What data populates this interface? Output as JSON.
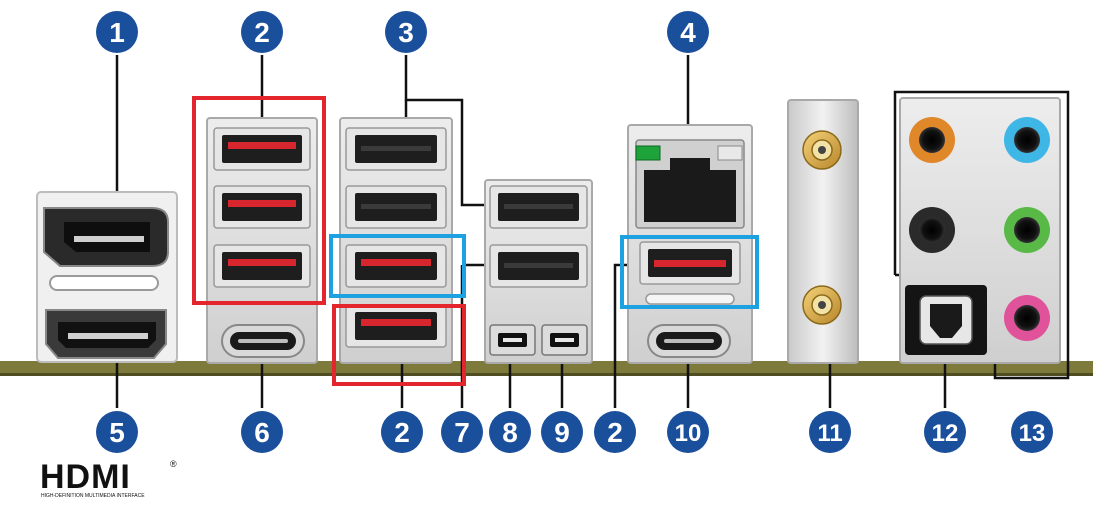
{
  "colors": {
    "callout": "#1a4f9c",
    "usb_red": "#d8262e",
    "highlight_red": "#e3262e",
    "highlight_blue": "#1da1e0",
    "board": "#7d7a3c",
    "audio_orange": "#e0872a",
    "audio_blue": "#3fb7e6",
    "audio_black": "#2a2a2a",
    "audio_green": "#58b947",
    "audio_pink": "#e0529a",
    "led_green": "#1ea23a"
  },
  "callouts": {
    "top": [
      {
        "id": "top-1",
        "label": "1"
      },
      {
        "id": "top-2",
        "label": "2"
      },
      {
        "id": "top-3",
        "label": "3"
      },
      {
        "id": "top-4",
        "label": "4"
      }
    ],
    "bottom": [
      {
        "id": "bot-5",
        "label": "5"
      },
      {
        "id": "bot-6",
        "label": "6"
      },
      {
        "id": "bot-2a",
        "label": "2"
      },
      {
        "id": "bot-7",
        "label": "7"
      },
      {
        "id": "bot-8",
        "label": "8"
      },
      {
        "id": "bot-9",
        "label": "9"
      },
      {
        "id": "bot-2b",
        "label": "2"
      },
      {
        "id": "bot-10",
        "label": "10"
      },
      {
        "id": "bot-11",
        "label": "11"
      },
      {
        "id": "bot-12",
        "label": "12"
      },
      {
        "id": "bot-13",
        "label": "13"
      }
    ]
  },
  "logo": {
    "wordmark": "HDMI",
    "registered": "®",
    "tagline": "HIGH-DEFINITION MULTIMEDIA INTERFACE"
  },
  "icons": [
    "displayport-port-icon",
    "hdmi-port-icon",
    "usb-a-port-icon",
    "usb-c-port-icon",
    "rj45-port-icon",
    "antenna-connector-icon",
    "optical-spdif-icon",
    "audio-jack-icon"
  ]
}
